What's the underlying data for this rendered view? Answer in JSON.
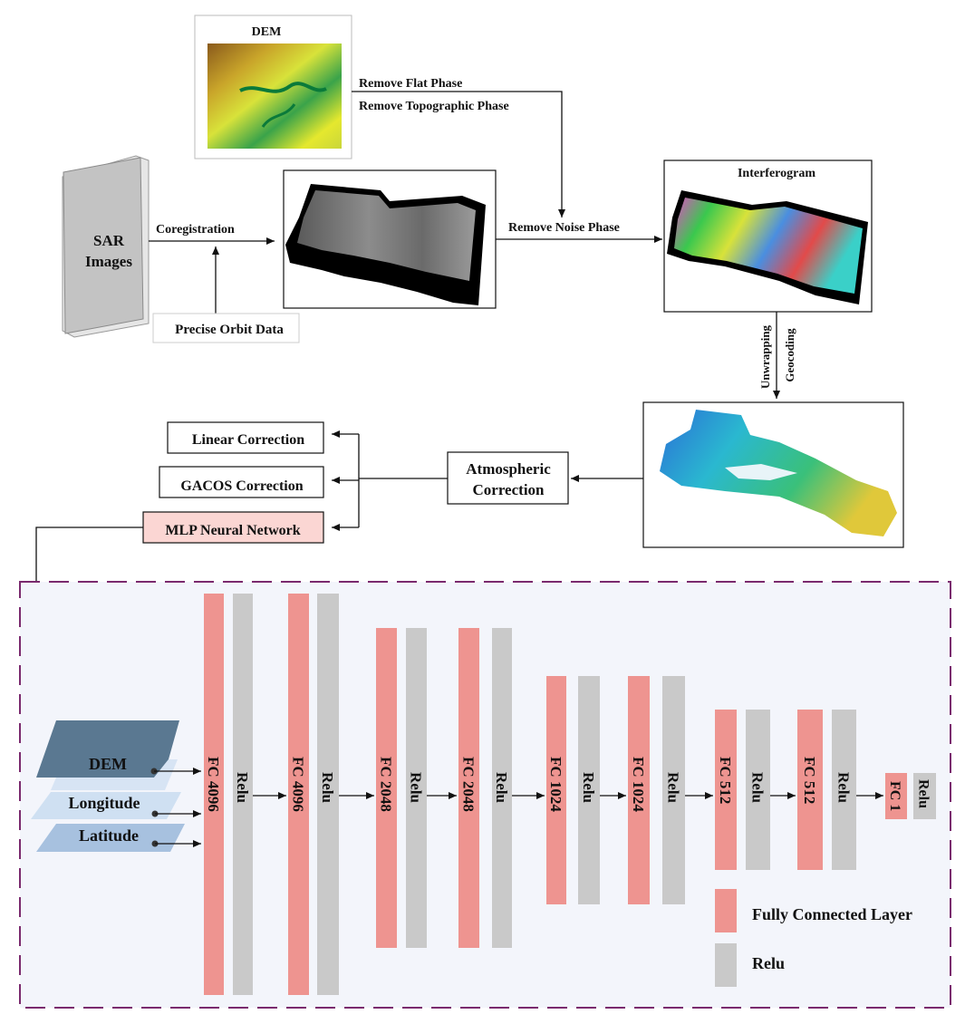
{
  "top": {
    "dem_label": "DEM",
    "remove_flat": "Remove Flat Phase",
    "remove_topo": "Remove Topographic Phase",
    "sar_line1": "SAR",
    "sar_line2": "Images",
    "coregistration": "Coregistration",
    "precise_orbit": "Precise Orbit Data",
    "remove_noise": "Remove Noise Phase",
    "interferogram": "Interferogram",
    "unwrapping": "Unwrapping",
    "geocoding": "Geocoding",
    "atmospheric_line1": "Atmospheric",
    "atmospheric_line2": "Correction",
    "linear_correction": "Linear Correction",
    "gacos_correction": "GACOS Correction",
    "mlp": "MLP Neural Network"
  },
  "network": {
    "inputs": [
      "DEM",
      "Longitude",
      "Latitude"
    ],
    "layers": [
      {
        "fc": "FC 4096",
        "act": "Relu"
      },
      {
        "fc": "FC 4096",
        "act": "Relu"
      },
      {
        "fc": "FC 2048",
        "act": "Relu"
      },
      {
        "fc": "FC 2048",
        "act": "Relu"
      },
      {
        "fc": "FC 1024",
        "act": "Relu"
      },
      {
        "fc": "FC 1024",
        "act": "Relu"
      },
      {
        "fc": "FC 512",
        "act": "Relu"
      },
      {
        "fc": "FC 512",
        "act": "Relu"
      },
      {
        "fc": "FC 1",
        "act": "Relu"
      }
    ],
    "legend": {
      "fc": "Fully Connected Layer",
      "act": "Relu"
    }
  },
  "colors": {
    "fc_color": "#ee9490",
    "relu_color": "#c9c9c9",
    "mlp_fill": "#fbd6d3",
    "dashed_border": "#7a2a6e",
    "panel_bg": "#f3f5fb"
  }
}
